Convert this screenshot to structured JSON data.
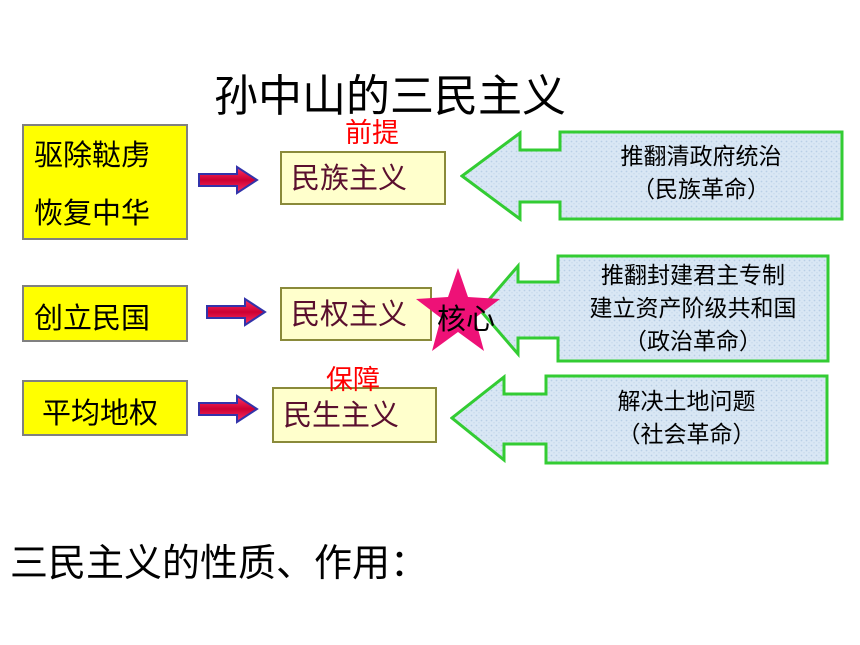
{
  "title": "孙中山的三民主义",
  "rows": [
    {
      "slogan_lines": [
        "驱除鞑虏",
        "恢复中华"
      ],
      "principle": "民族主义",
      "role": "前提",
      "callout_lines": [
        "推翻清政府统治",
        "（民族革命）"
      ]
    },
    {
      "slogan_lines": [
        "创立民国"
      ],
      "principle": "民权主义",
      "role": "核心",
      "callout_lines": [
        "推翻封建君主专制",
        "建立资产阶级共和国",
        "（政治革命）"
      ]
    },
    {
      "slogan_lines": [
        "平均地权"
      ],
      "principle": "民生主义",
      "role": "保障",
      "callout_lines": [
        "解决土地问题",
        "（社会革命）"
      ]
    }
  ],
  "question": "三民主义的性质、作用：",
  "colors": {
    "slogan_fill": "#ffff00",
    "principle_fill": "#ffffcc",
    "principle_text": "#5a0f2e",
    "callout_fill": "#d6e5f3",
    "callout_border": "#33cc33",
    "arrow_fill": "#cc0033",
    "arrow_outline": "#3333aa",
    "star": "#ee1177",
    "role_text": "#ff0000"
  }
}
